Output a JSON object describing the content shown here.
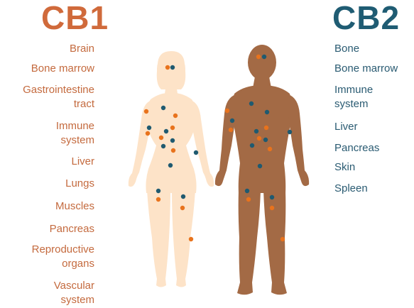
{
  "cb1": {
    "title": "CB1",
    "color": "#d06a3b",
    "items": [
      "Brain",
      "Bone marrow",
      "Gastrointestine\ntract",
      "Immune\nsystem",
      "Liver",
      "Lungs",
      "Muscles",
      "Pancreas",
      "Reproductive\norgans",
      "Vascular\nsystem"
    ]
  },
  "cb2": {
    "title": "CB2",
    "color": "#1f5c73",
    "items": [
      "Bone",
      "Bone marrow",
      "Immune\nsystem",
      "Liver",
      "Pancreas",
      "Skin",
      "Spleen"
    ]
  },
  "figures": {
    "female_color": "#fde3c8",
    "male_color": "#a36a45",
    "dot_orange": "#e8731d",
    "dot_blue": "#1f5a70"
  }
}
